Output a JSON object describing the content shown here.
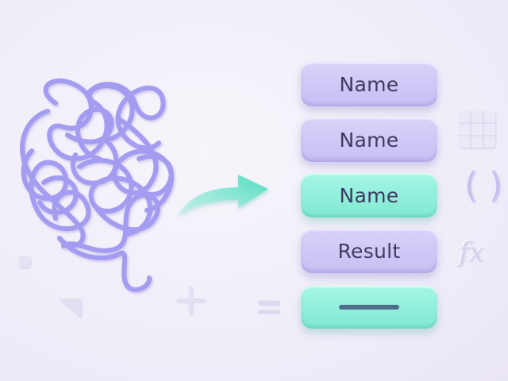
{
  "fields": [
    {
      "label": "Name",
      "variant": "purple"
    },
    {
      "label": "Name",
      "variant": "purple"
    },
    {
      "label": "Name",
      "variant": "teal"
    },
    {
      "label": "Result",
      "variant": "purple"
    },
    {
      "label": "",
      "variant": "teal"
    }
  ],
  "decor": {
    "paren": "( )",
    "fx": "fx"
  },
  "colors": {
    "tangle": "#a49cf0",
    "arrow": "#5fe3c8",
    "purple_pill": "#cbc4f5",
    "teal_pill": "#8eeed8",
    "text": "#3e3a63"
  }
}
